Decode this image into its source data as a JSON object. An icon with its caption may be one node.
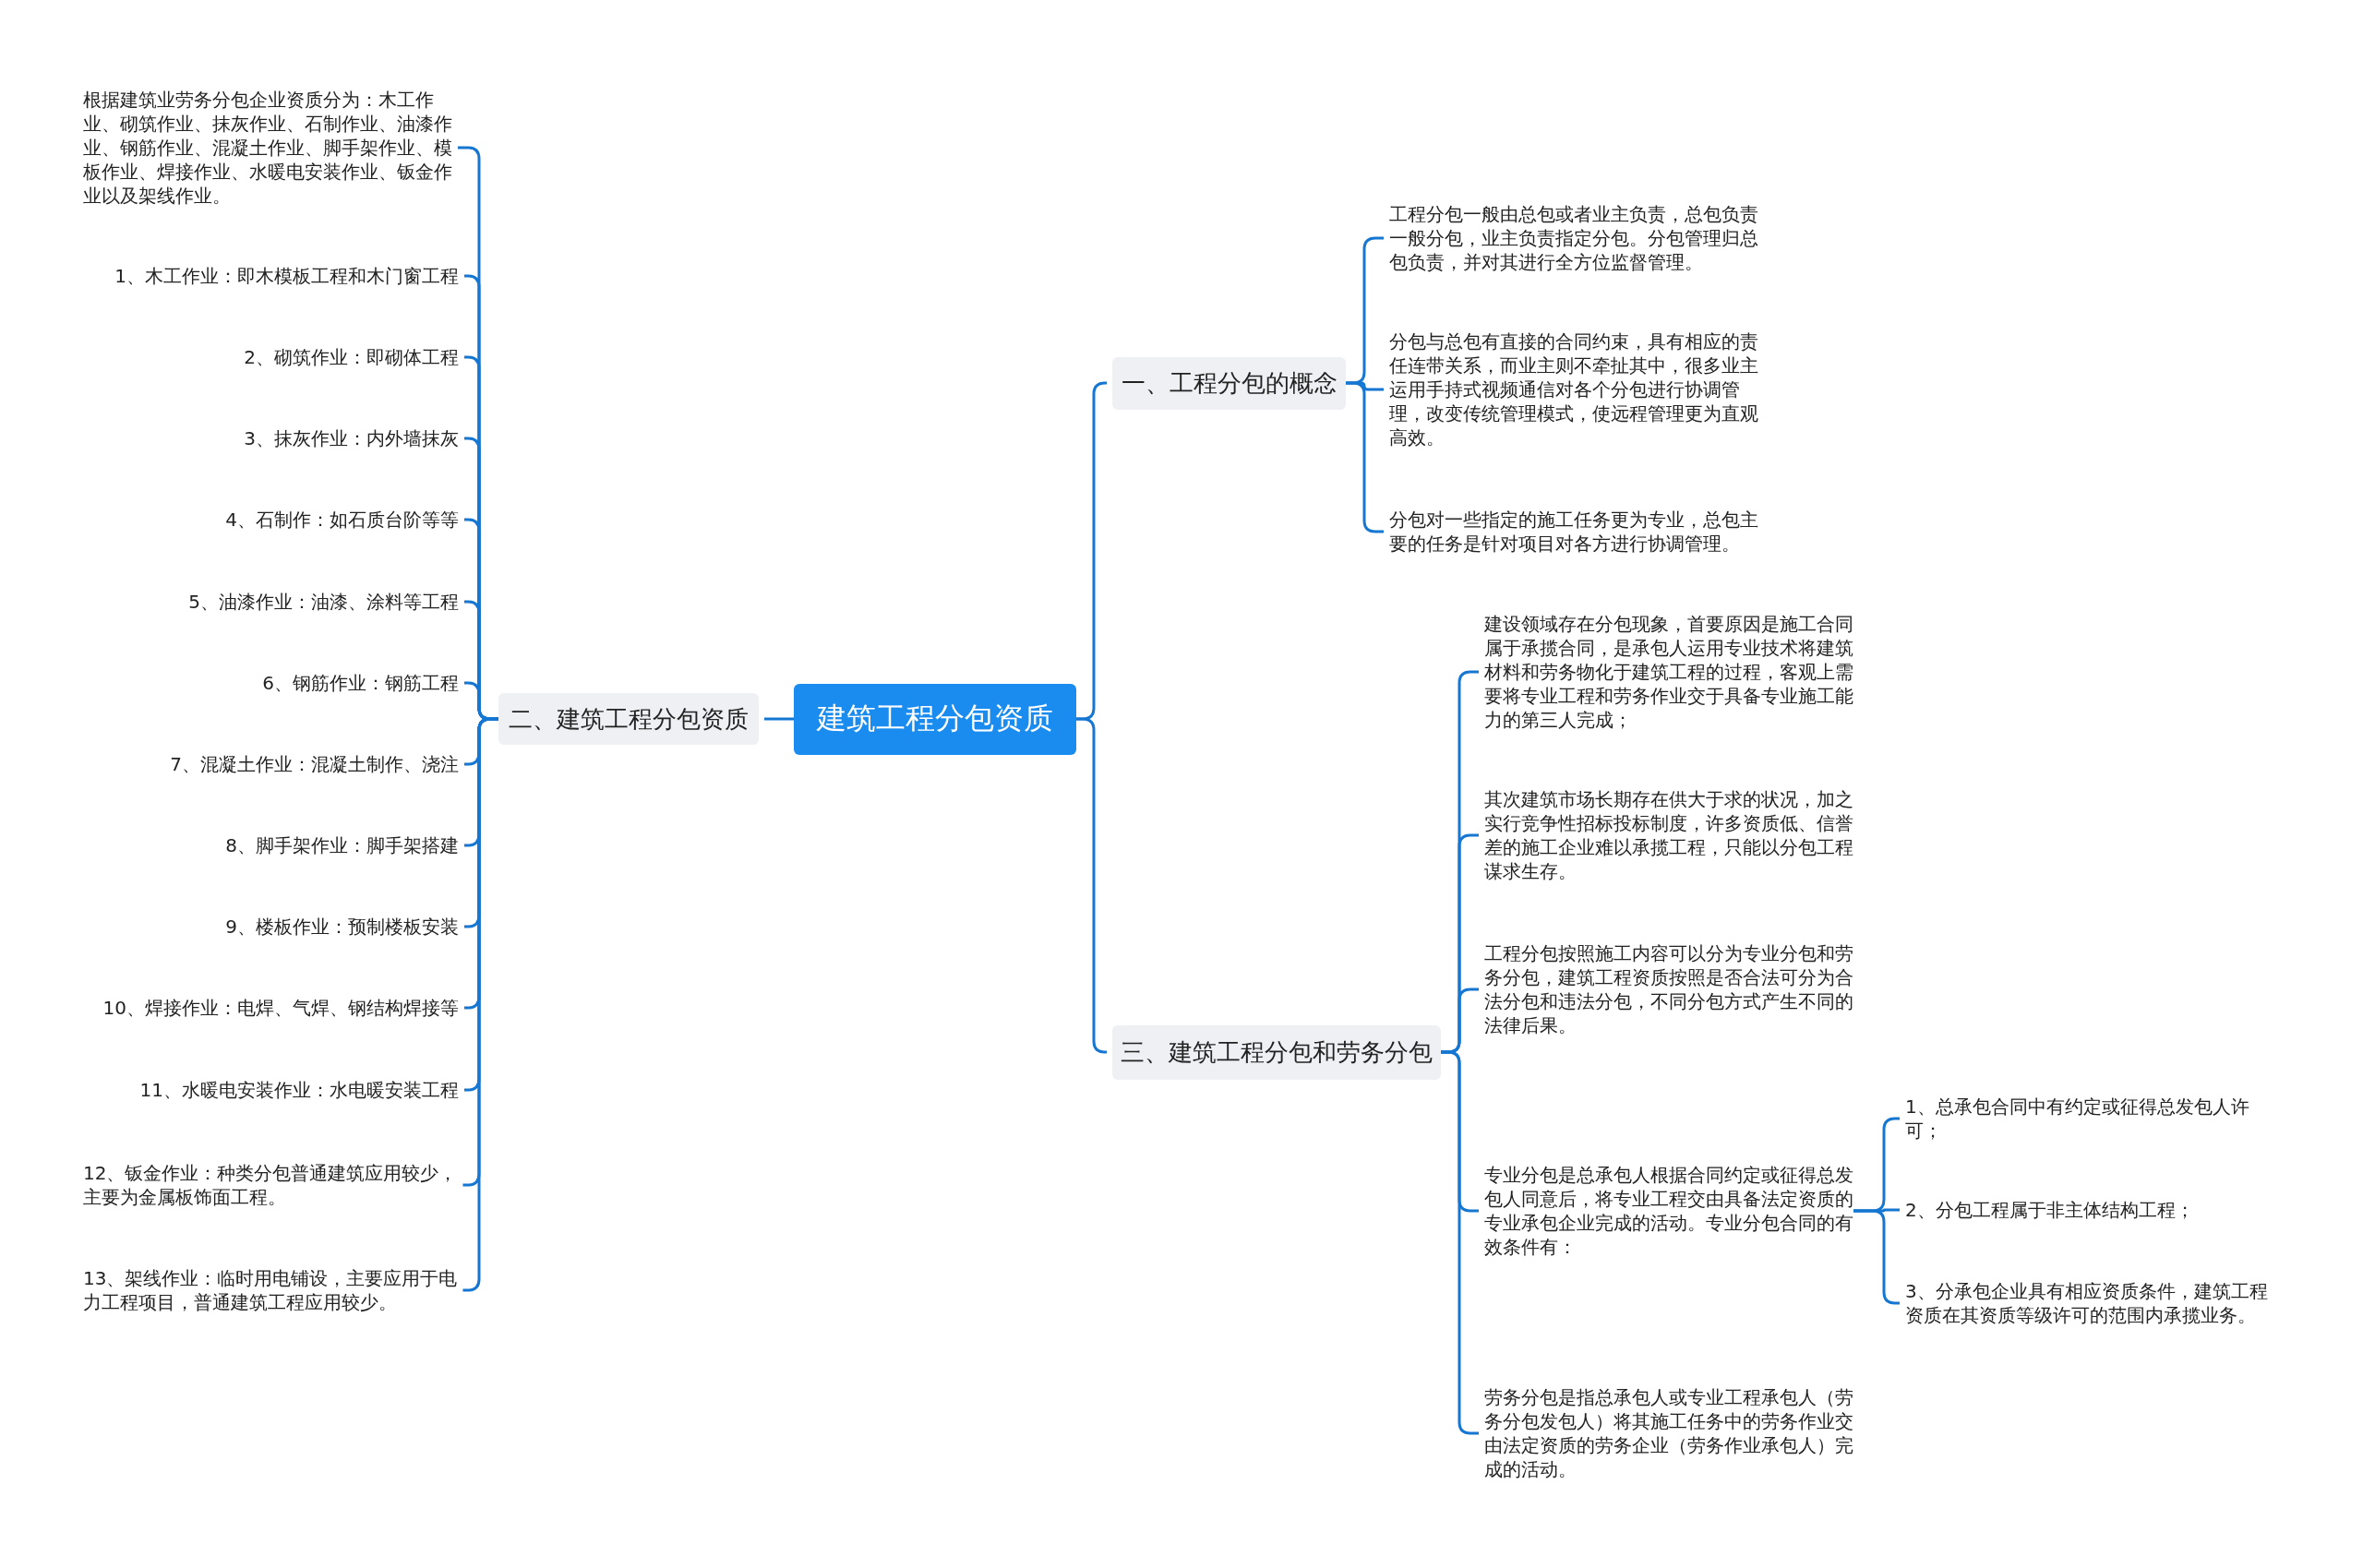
{
  "diagram": {
    "nodes": [
      {
        "text": [
          "建筑工程分包资质"
        ]
      },
      {
        "text": [
          "二、建筑工程分包资质"
        ]
      },
      {
        "text": [
          "根据建筑业劳务分包企业资质分为：木工作业、砌筑作业、抹灰作业、石制作业、油漆作业、钢筋作业、混凝土作业、脚手架作业、模板作业、焊接作业、水暖电安装作业、钣金作业以及架线作业。"
        ]
      },
      {
        "text": [
          "1、木工作业：即木模板工程和木门窗工程"
        ]
      },
      {
        "text": [
          "2、砌筑作业：即砌体工程"
        ]
      },
      {
        "text": [
          "3、抹灰作业：内外墙抹灰"
        ]
      },
      {
        "text": [
          "4、石制作：如石质台阶等等"
        ]
      },
      {
        "text": [
          "5、油漆作业：油漆、涂料等工程"
        ]
      },
      {
        "text": [
          "6、钢筋作业：钢筋工程"
        ]
      },
      {
        "text": [
          "7、混凝土作业：混凝土制作、浇注"
        ]
      },
      {
        "text": [
          "8、脚手架作业：脚手架搭建"
        ]
      },
      {
        "text": [
          "9、楼板作业：预制楼板安装"
        ]
      },
      {
        "text": [
          "10、焊接作业：电焊、气焊、钢结构焊接等"
        ]
      },
      {
        "text": [
          "11、水暖电安装作业：水电暖安装工程"
        ]
      },
      {
        "text": [
          "12、钣金作业：种类分包普通建筑应用较少，主要为金属板饰面工程。"
        ]
      },
      {
        "text": [
          "13、架线作业：临时用电铺设，主要应用于电力工程项目，普通建筑工程应用较少。"
        ]
      },
      {
        "text": [
          "一、工程分包的概念"
        ]
      },
      {
        "text": [
          "工程分包一般由总包或者业主负责，总包负责一般分包，业主负责指定分包。分包管理归总包负责，并对其进行全方位监督管理。"
        ]
      },
      {
        "text": [
          "分包与总包有直接的合同约束，具有相应的责任连带关系，而业主则不牵扯其中，很多业主运用手持式视频通信对各个分包进行协调管理，改变传统管理模式，使远程管理更为直观高效。"
        ]
      },
      {
        "text": [
          "分包对一些指定的施工任务更为专业，总包主要的任务是针对项目对各方进行协调管理。"
        ]
      },
      {
        "text": [
          "三、建筑工程分包和劳务分包"
        ]
      },
      {
        "text": [
          "建设领域存在分包现象，首要原因是施工合同属于承揽合同，是承包人运用专业技术将建筑材料和劳务物化于建筑工程的过程，客观上需要将专业工程和劳务作业交于具备专业施工能力的第三人完成；"
        ]
      },
      {
        "text": [
          "其次建筑市场长期存在供大于求的状况，加之实行竞争性招标投标制度，许多资质低、信誉差的施工企业难以承揽工程，只能以分包工程谋求生存。"
        ]
      },
      {
        "text": [
          "工程分包按照施工内容可以分为专业分包和劳务分包，建筑工程资质按照是否合法可分为合法分包和违法分包，不同分包方式产生不同的法律后果。"
        ]
      },
      {
        "text": [
          "专业分包是总承包人根据合同约定或征得总发包人同意后，将专业工程交由具备法定资质的专业承包企业完成的活动。专业分包合同的有效条件有："
        ]
      },
      {
        "text": [
          "劳务分包是指总承包人或专业工程承包人（劳务分包发包人）将其施工任务中的劳务作业交由法定资质的劳务企业（劳务作业承包人）完成的活动。"
        ]
      },
      {
        "text": [
          "1、总承包合同中有约定或征得总发包人许可；"
        ]
      },
      {
        "text": [
          "2、分包工程属于非主体结构工程；"
        ]
      },
      {
        "text": [
          "3、分承包企业具有相应资质条件，建筑工程资质在其资质等级许可的范围内承揽业务。"
        ]
      }
    ],
    "edges": [
      {
        "from": 0,
        "to": 1,
        "arrow": "none"
      },
      {
        "from": 1,
        "to": 2,
        "arrow": "none"
      },
      {
        "from": 1,
        "to": 3,
        "arrow": "none"
      },
      {
        "from": 1,
        "to": 4,
        "arrow": "none"
      },
      {
        "from": 1,
        "to": 5,
        "arrow": "none"
      },
      {
        "from": 1,
        "to": 6,
        "arrow": "none"
      },
      {
        "from": 1,
        "to": 7,
        "arrow": "none"
      },
      {
        "from": 1,
        "to": 8,
        "arrow": "none"
      },
      {
        "from": 1,
        "to": 9,
        "arrow": "none"
      },
      {
        "from": 1,
        "to": 10,
        "arrow": "none"
      },
      {
        "from": 1,
        "to": 11,
        "arrow": "none"
      },
      {
        "from": 1,
        "to": 12,
        "arrow": "none"
      },
      {
        "from": 1,
        "to": 13,
        "arrow": "none"
      },
      {
        "from": 1,
        "to": 14,
        "arrow": "none"
      },
      {
        "from": 1,
        "to": 15,
        "arrow": "none"
      },
      {
        "from": 0,
        "to": 16,
        "arrow": "none"
      },
      {
        "from": 16,
        "to": 17,
        "arrow": "none"
      },
      {
        "from": 16,
        "to": 18,
        "arrow": "none"
      },
      {
        "from": 16,
        "to": 19,
        "arrow": "none"
      },
      {
        "from": 0,
        "to": 20,
        "arrow": "none"
      },
      {
        "from": 20,
        "to": 21,
        "arrow": "none"
      },
      {
        "from": 20,
        "to": 22,
        "arrow": "none"
      },
      {
        "from": 20,
        "to": 23,
        "arrow": "none"
      },
      {
        "from": 20,
        "to": 24,
        "arrow": "none"
      },
      {
        "from": 20,
        "to": 25,
        "arrow": "none"
      },
      {
        "from": 24,
        "to": 26,
        "arrow": "none"
      },
      {
        "from": 24,
        "to": 27,
        "arrow": "none"
      },
      {
        "from": 24,
        "to": 28,
        "arrow": "none"
      }
    ]
  }
}
